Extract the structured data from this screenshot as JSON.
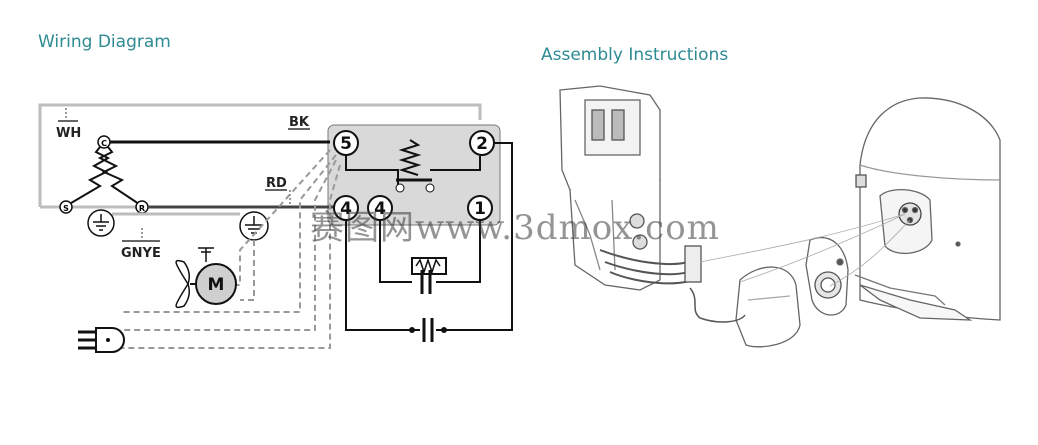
{
  "titles": {
    "wiring": "Wiring Diagram",
    "assembly": "Assembly Instructions"
  },
  "wire_labels": {
    "white": "WH",
    "black": "BK",
    "red": "RD",
    "green_yellow": "GNYE"
  },
  "motor_terminals": {
    "common": "C",
    "start": "S",
    "run": "R"
  },
  "fan_motor": "M",
  "relay_terminals": [
    "5",
    "2",
    "4",
    "4",
    "1"
  ],
  "watermark": "赛图网www.3dmox.com",
  "colors": {
    "title": "#2e8b93",
    "relay_box": "#d9d9d9",
    "frame": "#bdbdbd"
  }
}
